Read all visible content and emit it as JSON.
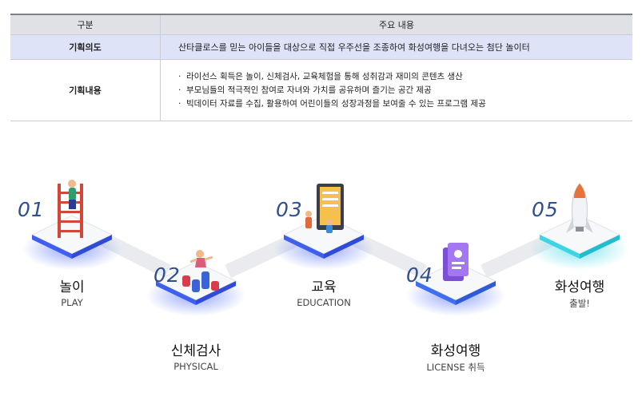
{
  "table": {
    "header": {
      "col1": "구분",
      "col2": "주요 내용"
    },
    "rows": [
      {
        "label": "기획의도",
        "text": "산타클로스를 믿는 아이들을 대상으로 직접 우주선을 조종하여 화성여행을 다녀오는 첨단 놀이터"
      },
      {
        "label": "기획내용",
        "bullets": [
          "라이선스 획득은 놀이, 신체검사, 교육체험을 통해 성취감과 재미의 콘텐츠 생산",
          "부모님들의 적극적인 참여로 자녀와 가치를 공유하며 즐기는 공간 제공",
          "빅데이터 자료를 수집, 활용하여 어린이들의 성장과정을 보여줄 수 있는 프로그램 제공"
        ]
      }
    ]
  },
  "steps": [
    {
      "num": "01",
      "ko": "놀이",
      "en": "PLAY",
      "icon": "climbing-frame-icon",
      "glow": "#3f5ff0"
    },
    {
      "num": "02",
      "ko": "신체검사",
      "en": "PHYSICAL",
      "icon": "physical-test-icon",
      "glow": "#3f5ff0"
    },
    {
      "num": "03",
      "ko": "교육",
      "en": "EDUCATION",
      "icon": "education-board-icon",
      "glow": "#3f5ff0"
    },
    {
      "num": "04",
      "ko": "화성여행",
      "en": "LICENSE 취득",
      "icon": "license-card-icon",
      "glow": "#3f7ff0"
    },
    {
      "num": "05",
      "ko": "화성여행",
      "en": "출발!",
      "icon": "rocket-icon",
      "glow": "#3ad6e6"
    }
  ]
}
